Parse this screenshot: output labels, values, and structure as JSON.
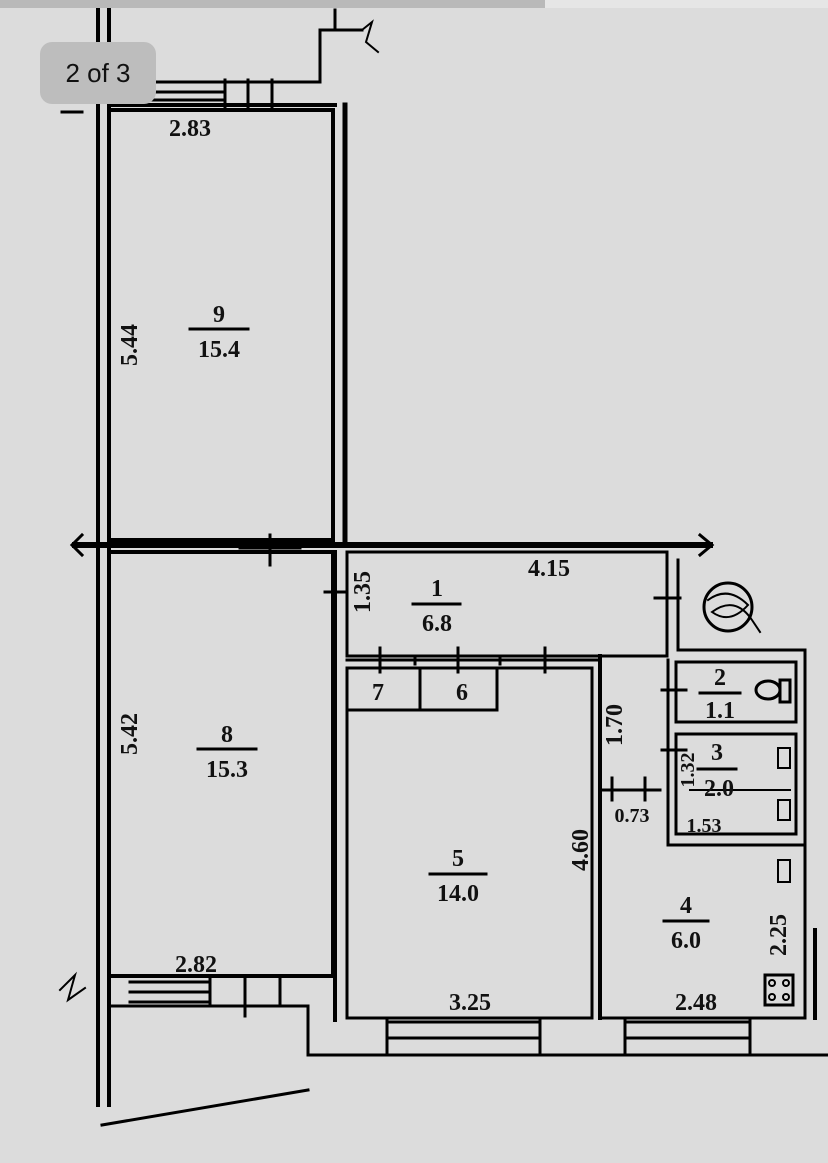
{
  "pager": {
    "label": "2 of 3"
  },
  "rooms": [
    {
      "id": "room-9",
      "number": "9",
      "area": "15.4"
    },
    {
      "id": "room-8",
      "number": "8",
      "area": "15.3"
    },
    {
      "id": "room-1",
      "number": "1",
      "area": "6.8"
    },
    {
      "id": "room-5",
      "number": "5",
      "area": "14.0"
    },
    {
      "id": "room-4",
      "number": "4",
      "area": "6.0"
    },
    {
      "id": "room-2",
      "number": "2",
      "area": "1.1"
    },
    {
      "id": "room-3",
      "number": "3",
      "area": "2.0"
    },
    {
      "id": "room-7",
      "number": "7"
    },
    {
      "id": "room-6",
      "number": "6"
    }
  ],
  "dimensions": {
    "top_width_9": "2.83",
    "height_9": "5.44",
    "height_8": "5.42",
    "bottom_width_8": "2.82",
    "hall_width": "4.15",
    "hall_height": "1.35",
    "closet_height": "1.70",
    "room5_height": "4.60",
    "room5_width": "3.25",
    "corridor_width": "0.73",
    "bath_height": "1.32",
    "bath_width": "1.53",
    "kitchen_height": "2.25",
    "kitchen_width": "2.48"
  }
}
